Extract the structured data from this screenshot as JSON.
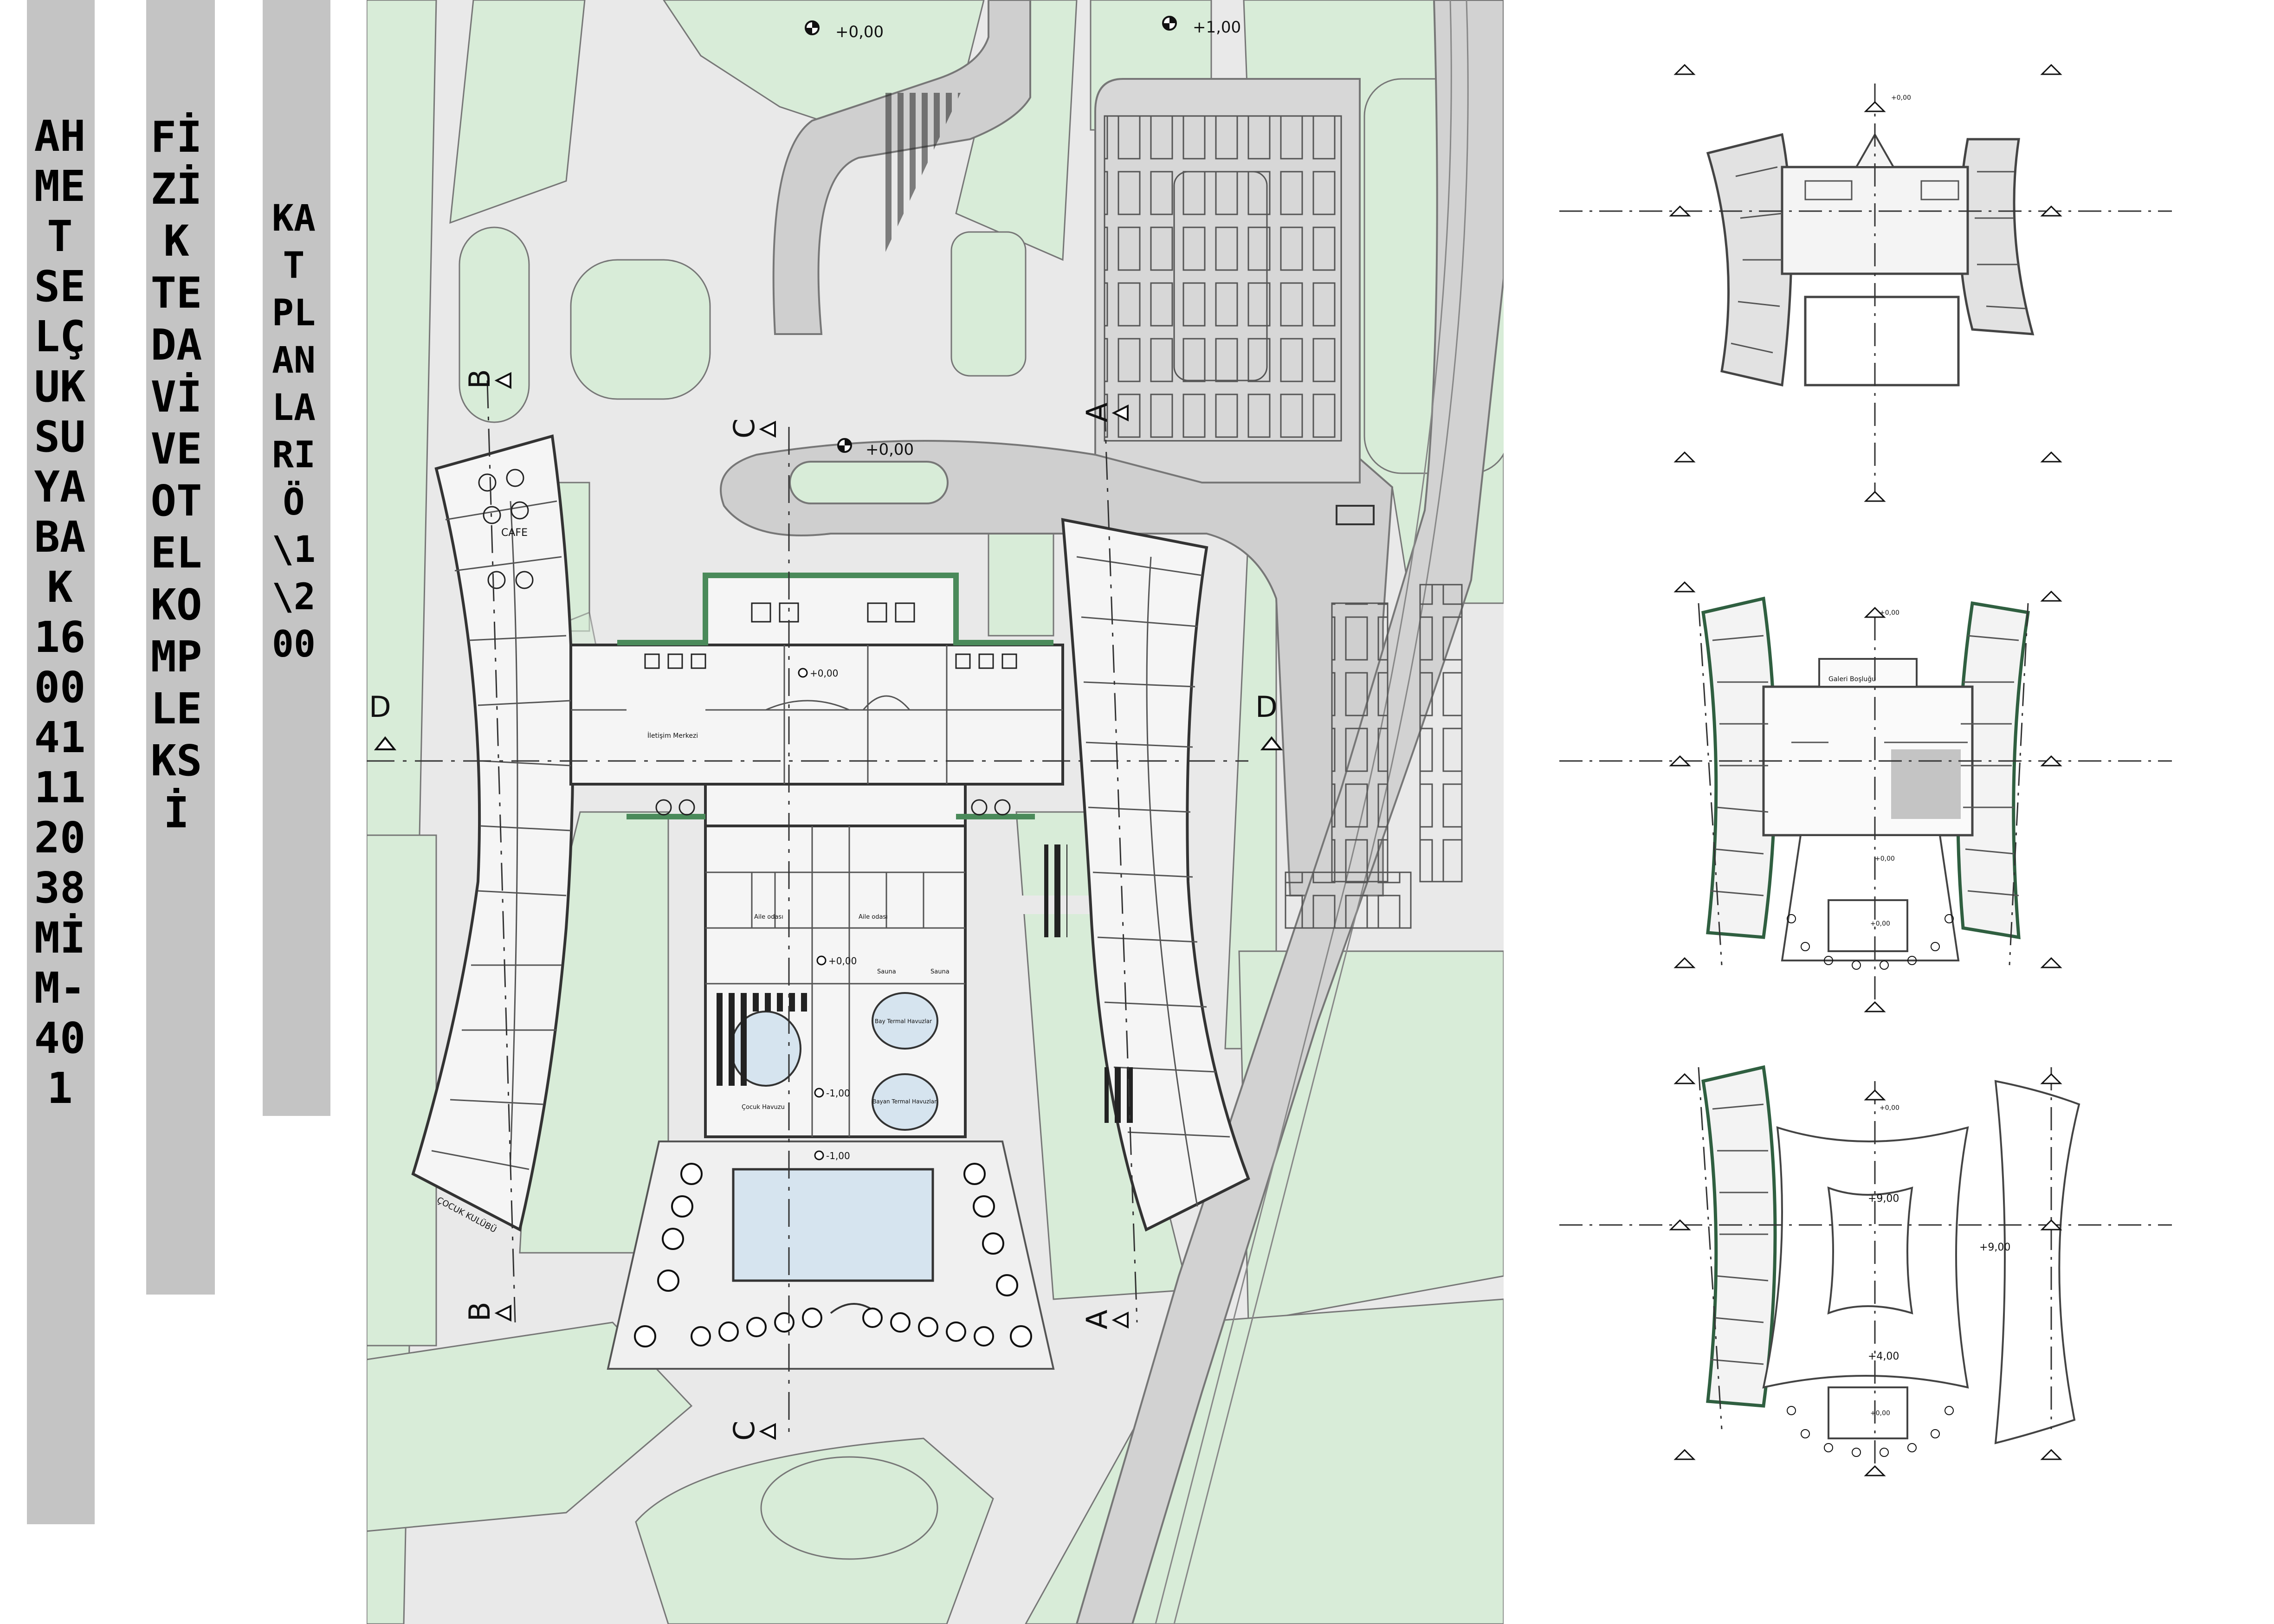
{
  "title_strips": {
    "author_line": "AHMET SELÇUK SUYABAK 160041112038 MİM-401",
    "project_line": "FİZİK TEDAVİ VE OTEL KOMPLEKSİ",
    "sheet_line": "KAT PLANLARI Ö\\1\\200"
  },
  "site_plan": {
    "levels": {
      "top_entry": "+0,00",
      "parking": "+1,00",
      "forecourt": "+0,00",
      "lobby": "+0,00",
      "spa": "+0,00",
      "pool_hall": "-1,00",
      "pool_deck": "-1,00"
    },
    "section_marks": {
      "a": "A",
      "b": "B",
      "c": "C",
      "d": "D"
    },
    "rooms": {
      "cafe": "CAFE",
      "iletisim": "İletişim Merkezi",
      "aile_odasi": "Aile odası",
      "sauna": "Sauna",
      "bay_havuz": "Bay Termal Havuzlar",
      "bayan_havuz": "Bayan Termal Havuzlar",
      "cocuk_havuzu": "Çocuk Havuzu",
      "cocuk_kulubu": "ÇOCUK KULÜBÜ"
    }
  },
  "floor_plans": {
    "plan1": {
      "level": "+0,00"
    },
    "plan2": {
      "void_label": "Galeri Boşluğu",
      "level_top": "+0,00",
      "level_mid": "+0,00",
      "level_low": "+0,00"
    },
    "plan3": {
      "level_top": "+0,00",
      "level_roof1": "+9,00",
      "level_roof2": "+9,00",
      "level_mid": "+4,00",
      "level_low": "+0,00"
    }
  },
  "colors": {
    "green": "#d8ecd8",
    "road": "#cfcfcf",
    "background": "#e9e9e9",
    "strip": "#c4c4c4",
    "pool": "#d6e4ef"
  }
}
